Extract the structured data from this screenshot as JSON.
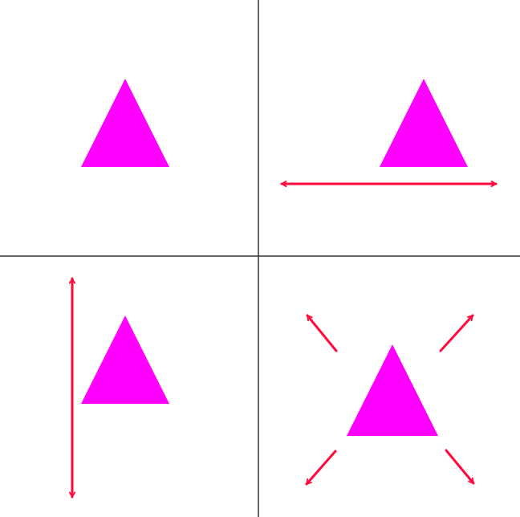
{
  "colors": {
    "background": "#ffffff",
    "divider": "#333333",
    "triangle": "#ff00ff",
    "arrow": "#ff0a3c"
  },
  "panels": [
    {
      "id": "original",
      "shape": "triangle",
      "transform": "none"
    },
    {
      "id": "horizontal-stretch",
      "shape": "triangle",
      "transform": "horizontal-arrow"
    },
    {
      "id": "vertical-stretch",
      "shape": "triangle",
      "transform": "vertical-arrow"
    },
    {
      "id": "uniform-scale",
      "shape": "triangle",
      "transform": "diagonal-arrows"
    }
  ]
}
